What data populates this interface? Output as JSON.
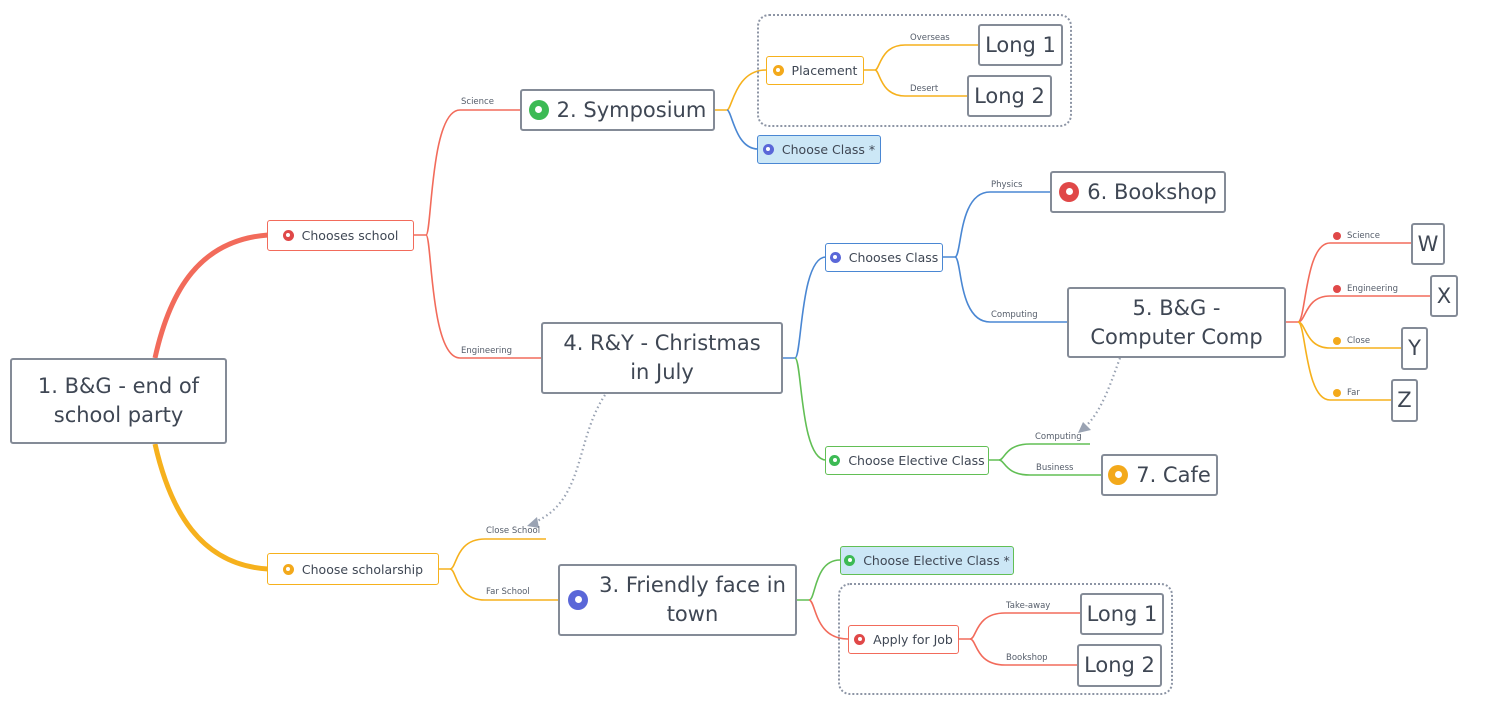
{
  "colors": {
    "red": "#f26b5b",
    "orange": "#f6b11d",
    "blue": "#4a87d3",
    "green": "#62bf55",
    "node_border": "#848b97",
    "relation": "#9aa3b3"
  },
  "root": {
    "label": "1. B&G - end of school party"
  },
  "branches": {
    "chooses_school": {
      "label": "Chooses school",
      "icon": "user-red-icon"
    },
    "choose_scholarship": {
      "label": "Choose scholarship",
      "icon": "user-orange-icon"
    }
  },
  "edge_labels": {
    "science": "Science",
    "engineering": "Engineering",
    "close_school": "Close School",
    "far_school": "Far School",
    "overseas": "Overseas",
    "desert": "Desert",
    "physics": "Physics",
    "computing": "Computing",
    "computing_elective": "Computing",
    "business": "Business",
    "science_w": "Science",
    "engineering_x": "Engineering",
    "close_y": "Close",
    "far_z": "Far",
    "takeaway": "Take-away",
    "bookshop_edge": "Bookshop"
  },
  "nodes": {
    "symposium": "2. Symposium",
    "placement": "Placement",
    "choose_class_star": "Choose Class *",
    "long1_top": "Long 1",
    "long2_top": "Long 2",
    "christmas": "4. R&Y - Christmas in July",
    "chooses_class": "Chooses Class",
    "bookshop": "6. Bookshop",
    "computer_comp": "5. B&G - Computer Comp",
    "choose_elective": "Choose Elective Class",
    "cafe": "7. Cafe",
    "friendly": "3. Friendly face in town",
    "choose_elective_star": "Choose Elective Class *",
    "apply_job": "Apply for Job",
    "long1_bottom": "Long 1",
    "long2_bottom": "Long 2",
    "w": "W",
    "x": "X",
    "y": "Y",
    "z": "Z"
  }
}
